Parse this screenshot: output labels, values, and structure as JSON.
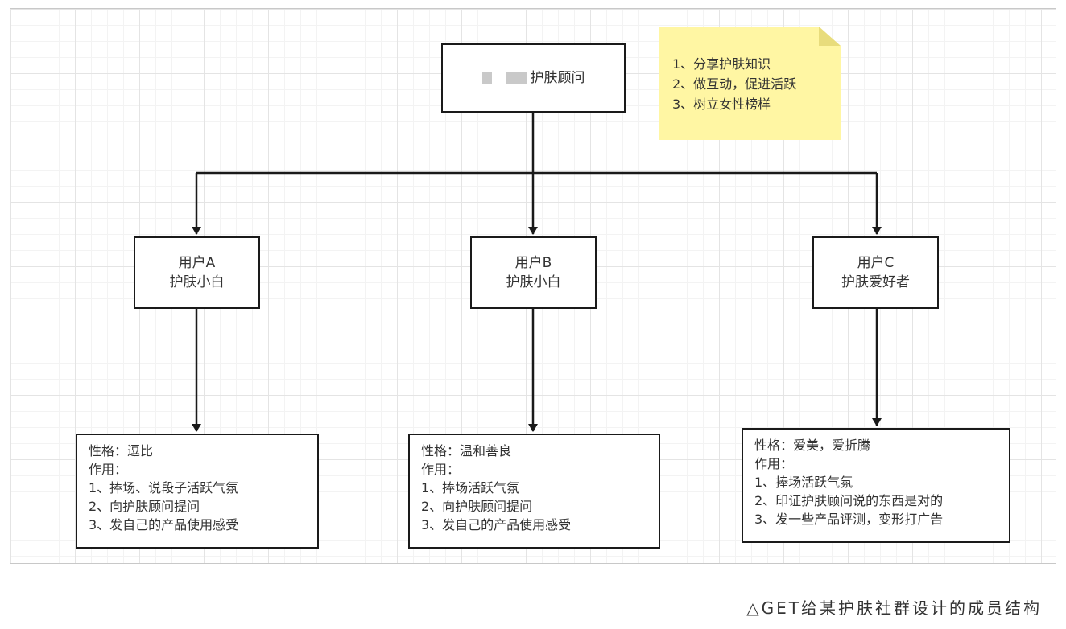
{
  "diagram": {
    "root": {
      "label": "护肤顾问"
    },
    "note": {
      "lines": [
        "1、分享护肤知识",
        "2、做互动，促进活跃",
        "3、树立女性榜样"
      ]
    },
    "users": [
      {
        "title": "用户A",
        "subtitle": "护肤小白"
      },
      {
        "title": "用户B",
        "subtitle": "护肤小白"
      },
      {
        "title": "用户C",
        "subtitle": "护肤爱好者"
      }
    ],
    "details": [
      {
        "lines": [
          "性格：逗比",
          "作用：",
          "1、捧场、说段子活跃气氛",
          "2、向护肤顾问提问",
          "3、发自己的产品使用感受"
        ]
      },
      {
        "lines": [
          "性格：温和善良",
          "作用：",
          "1、捧场活跃气氛",
          "2、向护肤顾问提问",
          "3、发自己的产品使用感受"
        ]
      },
      {
        "lines": [
          "性格：爱美，爱折腾",
          "作用：",
          "1、捧场活跃气氛",
          "2、印证护肤顾问说的东西是对的",
          "3、发一些产品评测，变形打广告"
        ]
      }
    ]
  },
  "caption": "△GET给某护肤社群设计的成员结构"
}
